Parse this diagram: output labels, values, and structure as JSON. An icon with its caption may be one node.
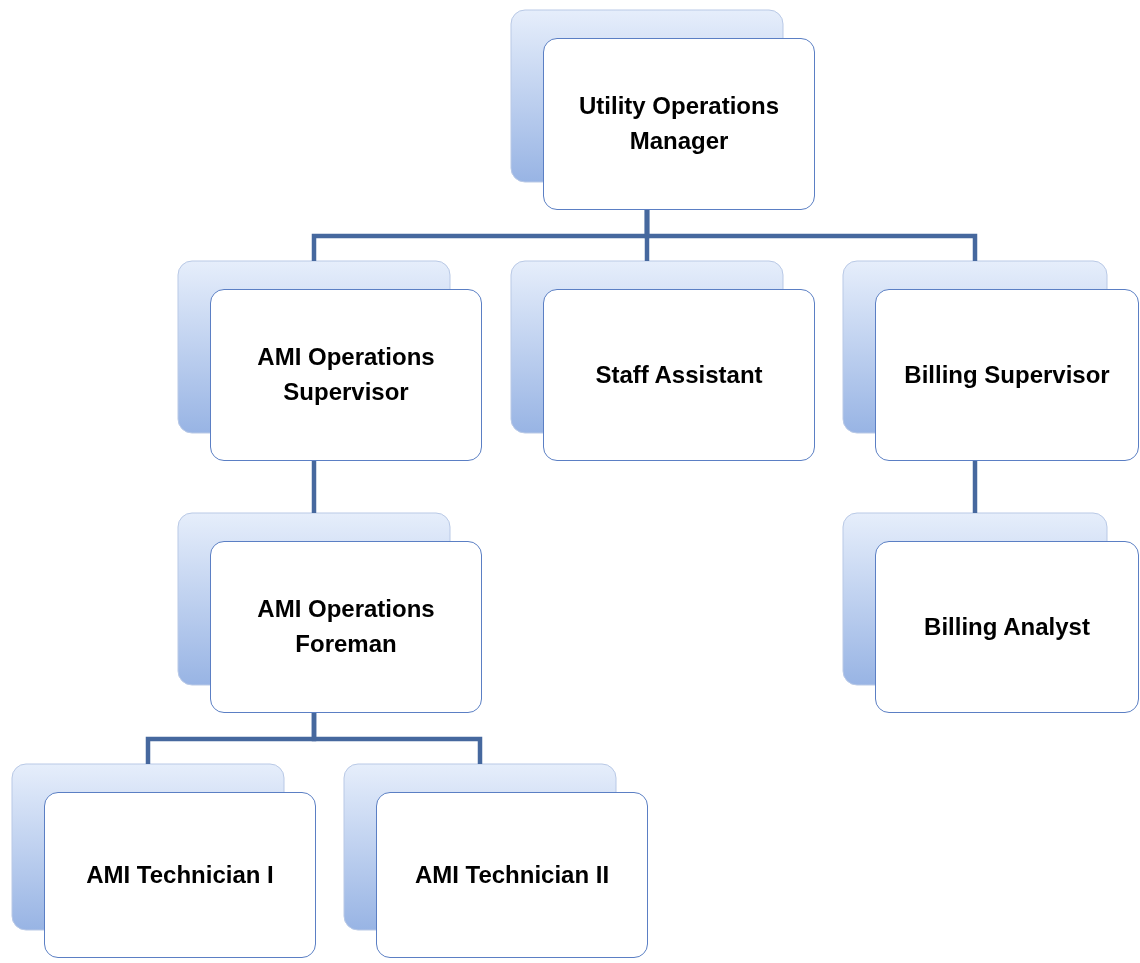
{
  "diagram": {
    "nodes": [
      {
        "text": [
          "Utility Operations Manager"
        ]
      },
      {
        "text": [
          "AMI Operations Supervisor"
        ]
      },
      {
        "text": [
          "Staff Assistant"
        ]
      },
      {
        "text": [
          "Billing Supervisor"
        ]
      },
      {
        "text": [
          "AMI Operations Foreman"
        ]
      },
      {
        "text": [
          "Billing Analyst"
        ]
      },
      {
        "text": [
          "AMI Technician I"
        ]
      },
      {
        "text": [
          "AMI Technician II"
        ]
      }
    ],
    "edges": [
      {
        "from": 0,
        "to": 1,
        "arrow": "none"
      },
      {
        "from": 0,
        "to": 2,
        "arrow": "none"
      },
      {
        "from": 0,
        "to": 3,
        "arrow": "none"
      },
      {
        "from": 1,
        "to": 4,
        "arrow": "none"
      },
      {
        "from": 3,
        "to": 5,
        "arrow": "none"
      },
      {
        "from": 4,
        "to": 6,
        "arrow": "none"
      },
      {
        "from": 4,
        "to": 7,
        "arrow": "none"
      }
    ]
  }
}
